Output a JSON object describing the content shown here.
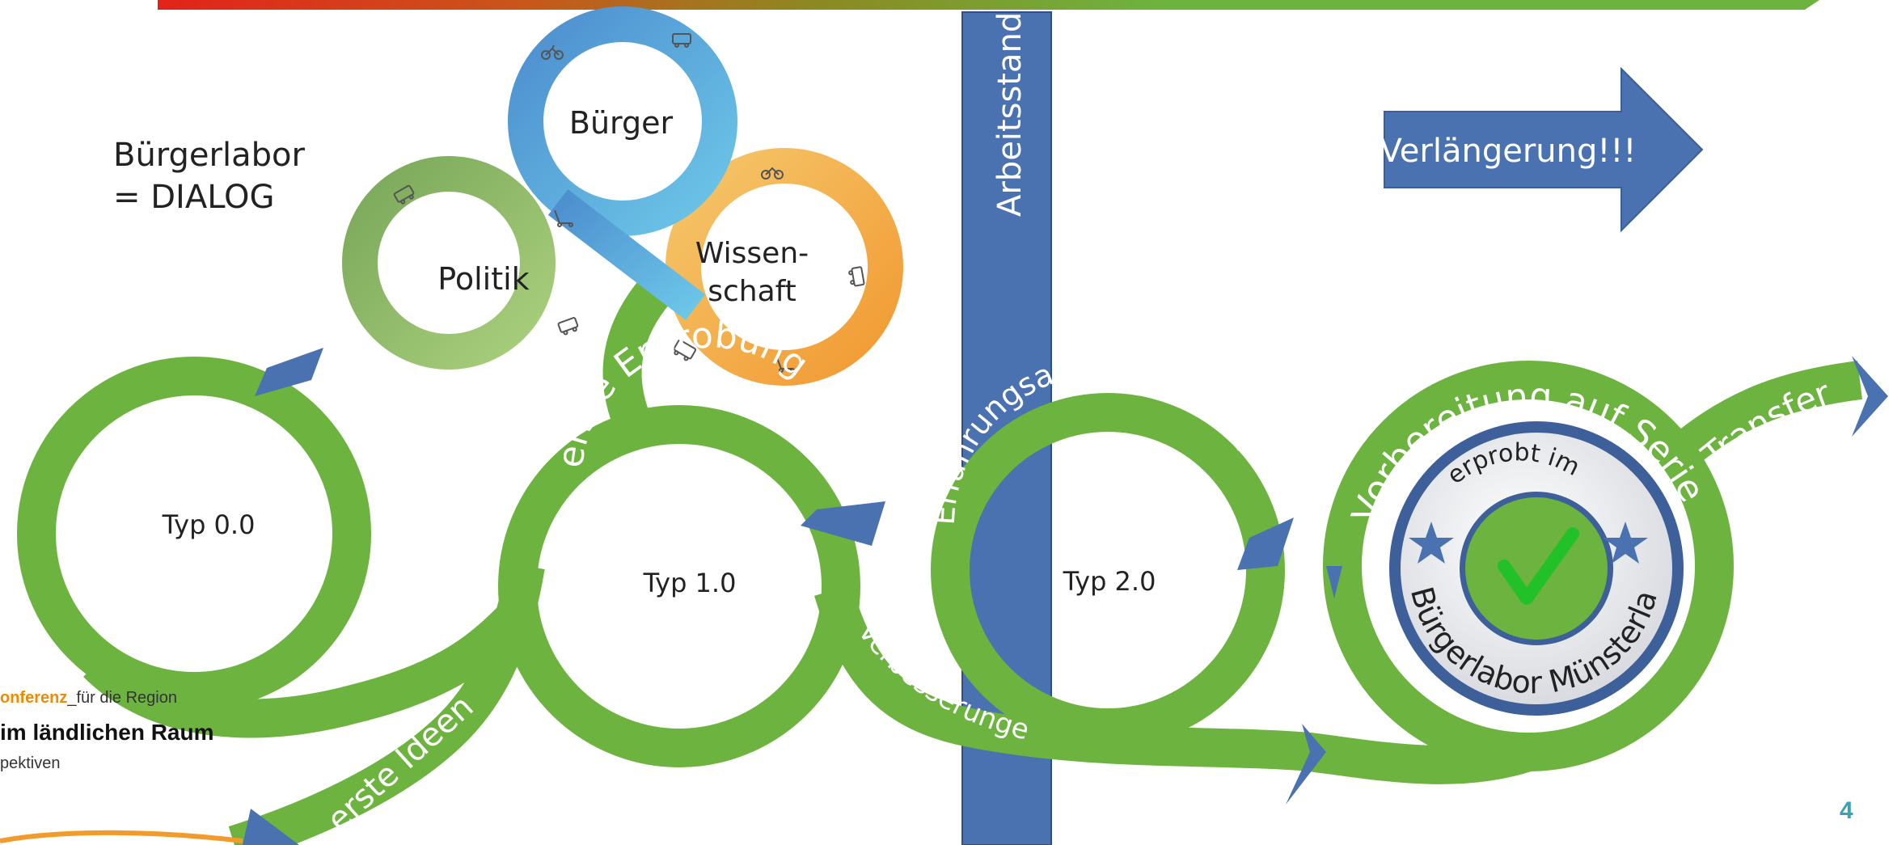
{
  "slide": {
    "number": "4",
    "left_text": {
      "line1": "Bürgerlabor",
      "line2": "= DIALOG"
    },
    "trefoil": {
      "top": "Bürger",
      "left": "Politik",
      "right_line1": "Wissen-",
      "right_line2": "schaft"
    },
    "vertical_bar_label": "Arbeitsstand",
    "arrow_label": "Verlängerung!!!",
    "loops": {
      "typ0": "Typ 0.0",
      "typ1": "Typ 1.0",
      "typ2": "Typ 2.0"
    },
    "path_labels": {
      "erste_ideen": "erste Ideen",
      "erste_erprobung": "erste Erprobung",
      "verbesserungen": "Verbesserungen",
      "erfahrungsaustausch": "Erfahrungsaustausch MSL",
      "vorbereitung": "Vorbereitung auf Serie",
      "transfer": "Transfer"
    },
    "badge": {
      "top": "erprobt im",
      "bottom": "Bürgerlabor Münsterland"
    },
    "footer": {
      "line1_highlight": "onferenz",
      "line1_rest": "_für die Region",
      "line2": "im ländlichen Raum",
      "line3": "pektiven"
    },
    "colors": {
      "green": "#6db33f",
      "blue": "#4a72b0",
      "badge_ring": "#3d5f9a",
      "badge_silver": "#e6e6ea",
      "orange": "#f39a2b",
      "page_number": "#3aa1b8"
    },
    "icons": [
      "bicycle-icon",
      "bus-icon",
      "scooter-icon",
      "check-icon",
      "star-icon"
    ]
  }
}
